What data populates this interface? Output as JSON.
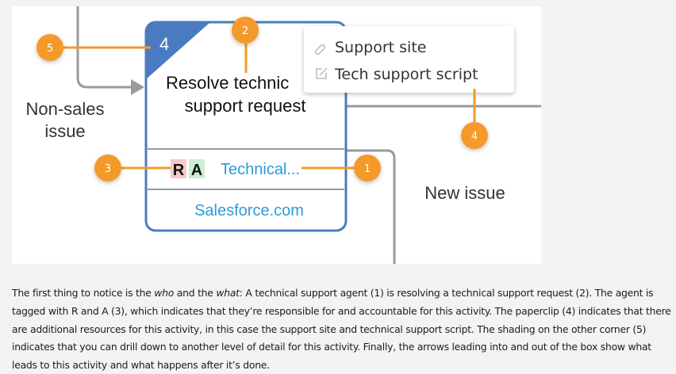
{
  "diagram": {
    "activity": {
      "level_number": "4",
      "title_line1": "Resolve technic",
      "title_line2": "support request",
      "tag_r": "R",
      "tag_a": "A",
      "role": "Technical...",
      "system": "Salesforce.com"
    },
    "resources_popup": {
      "items": [
        {
          "icon": "paperclip-link-icon",
          "label": "Support site"
        },
        {
          "icon": "edit-document-icon",
          "label": "Tech support script"
        }
      ]
    },
    "incoming_label_line1": "Non-sales",
    "incoming_label_line2": "issue",
    "outgoing_label": "New issue",
    "callouts": [
      "1",
      "2",
      "3",
      "4",
      "5"
    ],
    "colors": {
      "box_border": "#4a7bc0",
      "callout": "#f39a2b",
      "link_text": "#2e9ad8",
      "connector": "#9a9a9a"
    }
  },
  "paragraph": {
    "p1": "The first thing to notice is the ",
    "who": "who",
    "p2": " and the ",
    "what": "what",
    "p3": ": A technical support agent (1) is resolving a technical support request (2). The agent is tagged with R and A (3), which indicates that they’re responsible for and accountable for this activity. The paperclip (4) indicates that there are additional resources for this activity, in this case the support site and technical support script. The shading on the other corner (5) indicates that you can drill down to another level of detail for this activity. Finally, the arrows leading into and out of the box show what leads to this activity and what happens after it’s done."
  }
}
